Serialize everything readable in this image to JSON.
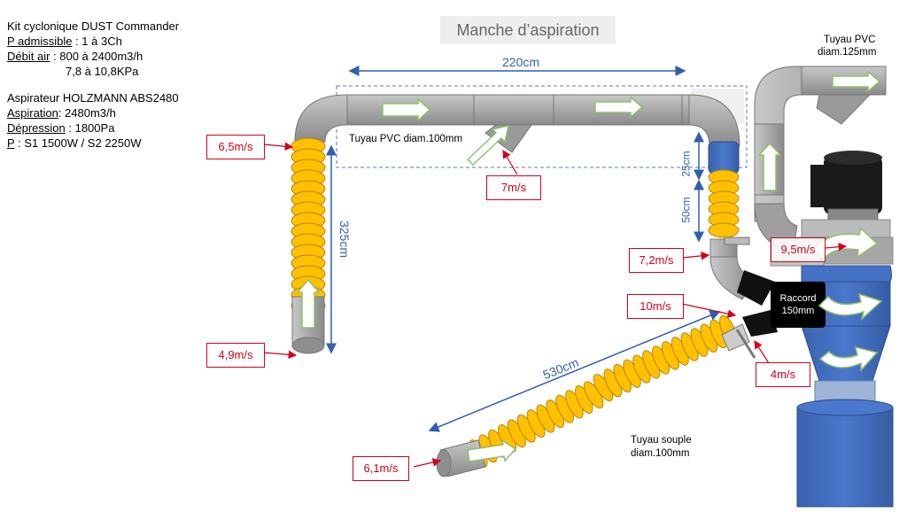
{
  "title": "Manche d’aspiration",
  "kit": {
    "name": "Kit cyclonique DUST Commander",
    "p_label": "P admissible",
    "p_value": " : 1 à 3Ch",
    "debit_label": "Débit air",
    "debit_value": " : 800 à 2400m3/h",
    "debit_value2": "7,8 à 10,8KPa"
  },
  "aspirateur": {
    "name": "Aspirateur HOLZMANN ABS2480",
    "aspiration_label": "Aspiration",
    "aspiration_value": ": 2480m3/h",
    "depression_label": "Dépression",
    "depression_value": " : 1800Pa",
    "p_label": "P",
    "p_value": " : S1 1500W / S2 2250W"
  },
  "dimensions": {
    "d220": "220cm",
    "d325": "325cm",
    "d25": "25cm",
    "d50": "50cm",
    "d530": "530cm"
  },
  "pipe_labels": {
    "pvc100": "Tuyau PVC diam.100mm",
    "pvc125_line1": "Tuyau PVC",
    "pvc125_line2": "diam.125mm",
    "souple_line1": "Tuyau souple",
    "souple_line2": "diam.100mm",
    "raccord_line1": "Raccord",
    "raccord_line2": "150mm"
  },
  "velocities": {
    "v1": "6,5m/s",
    "v2": "4,9m/s",
    "v3": "7m/s",
    "v4": "7,2m/s",
    "v5": "10m/s",
    "v6": "9,5m/s",
    "v7": "4m/s",
    "v8": "6,1m/s"
  },
  "colors": {
    "pipe_gray": "#a6a6a6",
    "hose_yellow": "#ffc000",
    "cyclone_blue": "#4472c4",
    "label_red": "#d0021b",
    "dimension_blue": "#2f5fb3",
    "motor_black": "#1a1a1a"
  }
}
